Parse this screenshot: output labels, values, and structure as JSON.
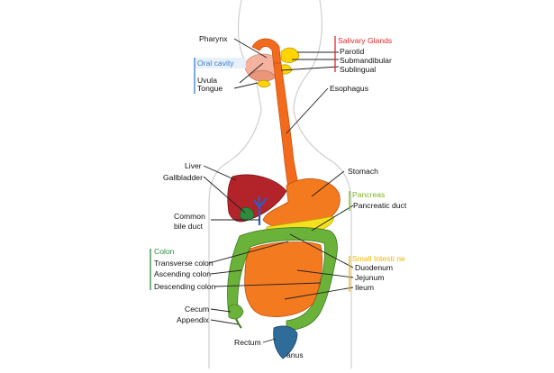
{
  "colors": {
    "salivary": "#e02828",
    "oral": "#3a7ec8",
    "pancreas": "#7ab51d",
    "colon": "#2e8b3e",
    "small_intestine": "#f0b400",
    "esophagus": "#f26a1b",
    "liver": "#b3242a",
    "intestine": "#f47a20",
    "colon_fill": "#6ab23a",
    "rectum": "#2f6c9a"
  },
  "labels": {
    "pharynx": "Pharynx",
    "oral_cavity": "Oral cavity",
    "uvula": "Uvula",
    "tongue": "Tongue",
    "salivary_glands": "Salivary Glands",
    "parotid": "Parotid",
    "submandibular": "Submandibular",
    "sublingual": "Sublingual",
    "esophagus": "Esophagus",
    "liver": "Liver",
    "gallbladder": "Gallbladder",
    "common_bile_duct_1": "Common",
    "common_bile_duct_2": "bile duct",
    "stomach": "Stomach",
    "pancreas": "Pancreas",
    "pancreatic_duct": "Pancreatic duct",
    "colon": "Colon",
    "transverse_colon": "Transverse colon",
    "ascending_colon": "Ascending colon",
    "descending_colon": "Descending colon",
    "small_intestine": "Small Intesti ne",
    "duodenum": "Duodenum",
    "jejunum": "Jejunum",
    "ileum": "Ileum",
    "cecum": "Cecum",
    "appendix": "Appendix",
    "rectum": "Rectum",
    "anus": "anus"
  }
}
